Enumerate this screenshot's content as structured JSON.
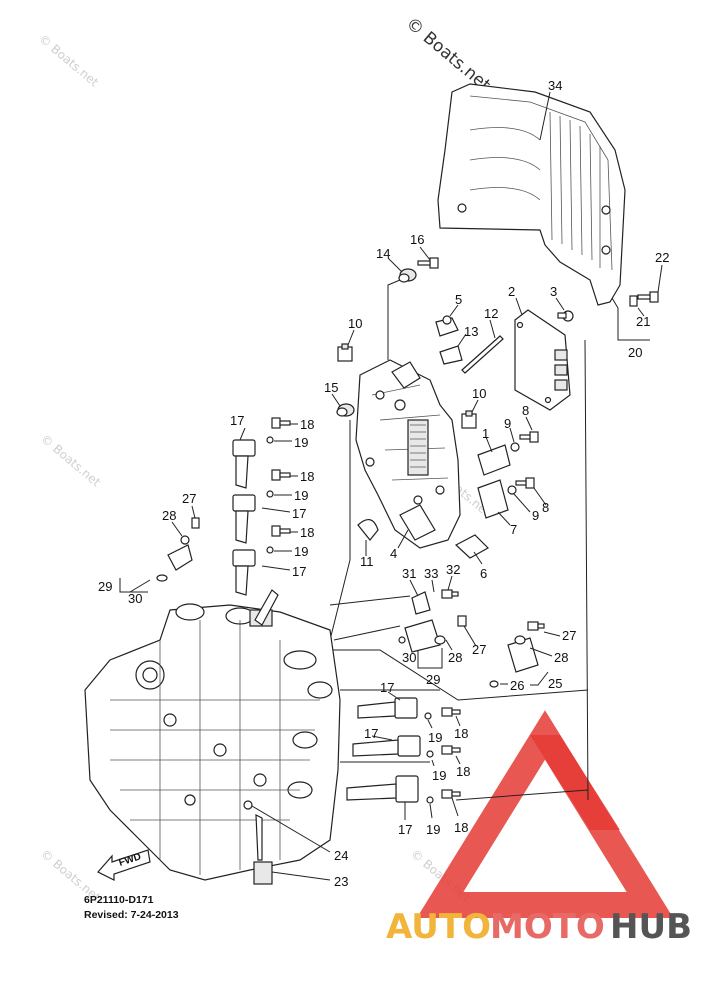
{
  "watermarks": {
    "main": "© Boats.net",
    "faint": "© Boats.net"
  },
  "doc": {
    "code": "6P21110-D171",
    "revised": "Revised: 7-24-2013"
  },
  "fwd_label": "FWD",
  "brand": {
    "part1": "AUTO",
    "part2": "MOTO",
    "part3": "HUB",
    "color_auto": "#f2b43a",
    "color_moto": "#e86a66",
    "color_hub": "#555555",
    "triangle_color": "#e53935"
  },
  "callouts": {
    "c34": "34",
    "c22": "22",
    "c16": "16",
    "c14": "14",
    "c2": "2",
    "c3": "3",
    "c5": "5",
    "c12": "12",
    "c10a": "10",
    "c13": "13",
    "c21": "21",
    "c20": "20",
    "c15": "15",
    "c10b": "10",
    "c17a": "17",
    "c18a": "18",
    "c19a": "19",
    "c8a": "8",
    "c9a": "9",
    "c1": "1",
    "c18b": "18",
    "c19b": "19",
    "c17b": "17",
    "c8b": "8",
    "c27a": "27",
    "c28a": "28",
    "c9b": "9",
    "c18c": "18",
    "c7": "7",
    "c19c": "19",
    "c4": "4",
    "c17c": "17",
    "c29a": "29",
    "c30a": "30",
    "c11": "11",
    "c6": "6",
    "c31": "31",
    "c33": "33",
    "c32": "32",
    "c27b": "27",
    "c27c": "27",
    "c28b": "28",
    "c30b": "30",
    "c28c": "28",
    "c29b": "29",
    "c26": "26",
    "c25": "25",
    "c17d": "17",
    "c18d": "18",
    "c19d": "19",
    "c17e": "17",
    "c19e": "19",
    "c18e": "18",
    "c17f": "17",
    "c19f": "19",
    "c18f": "18",
    "c24": "24",
    "c23": "23"
  }
}
